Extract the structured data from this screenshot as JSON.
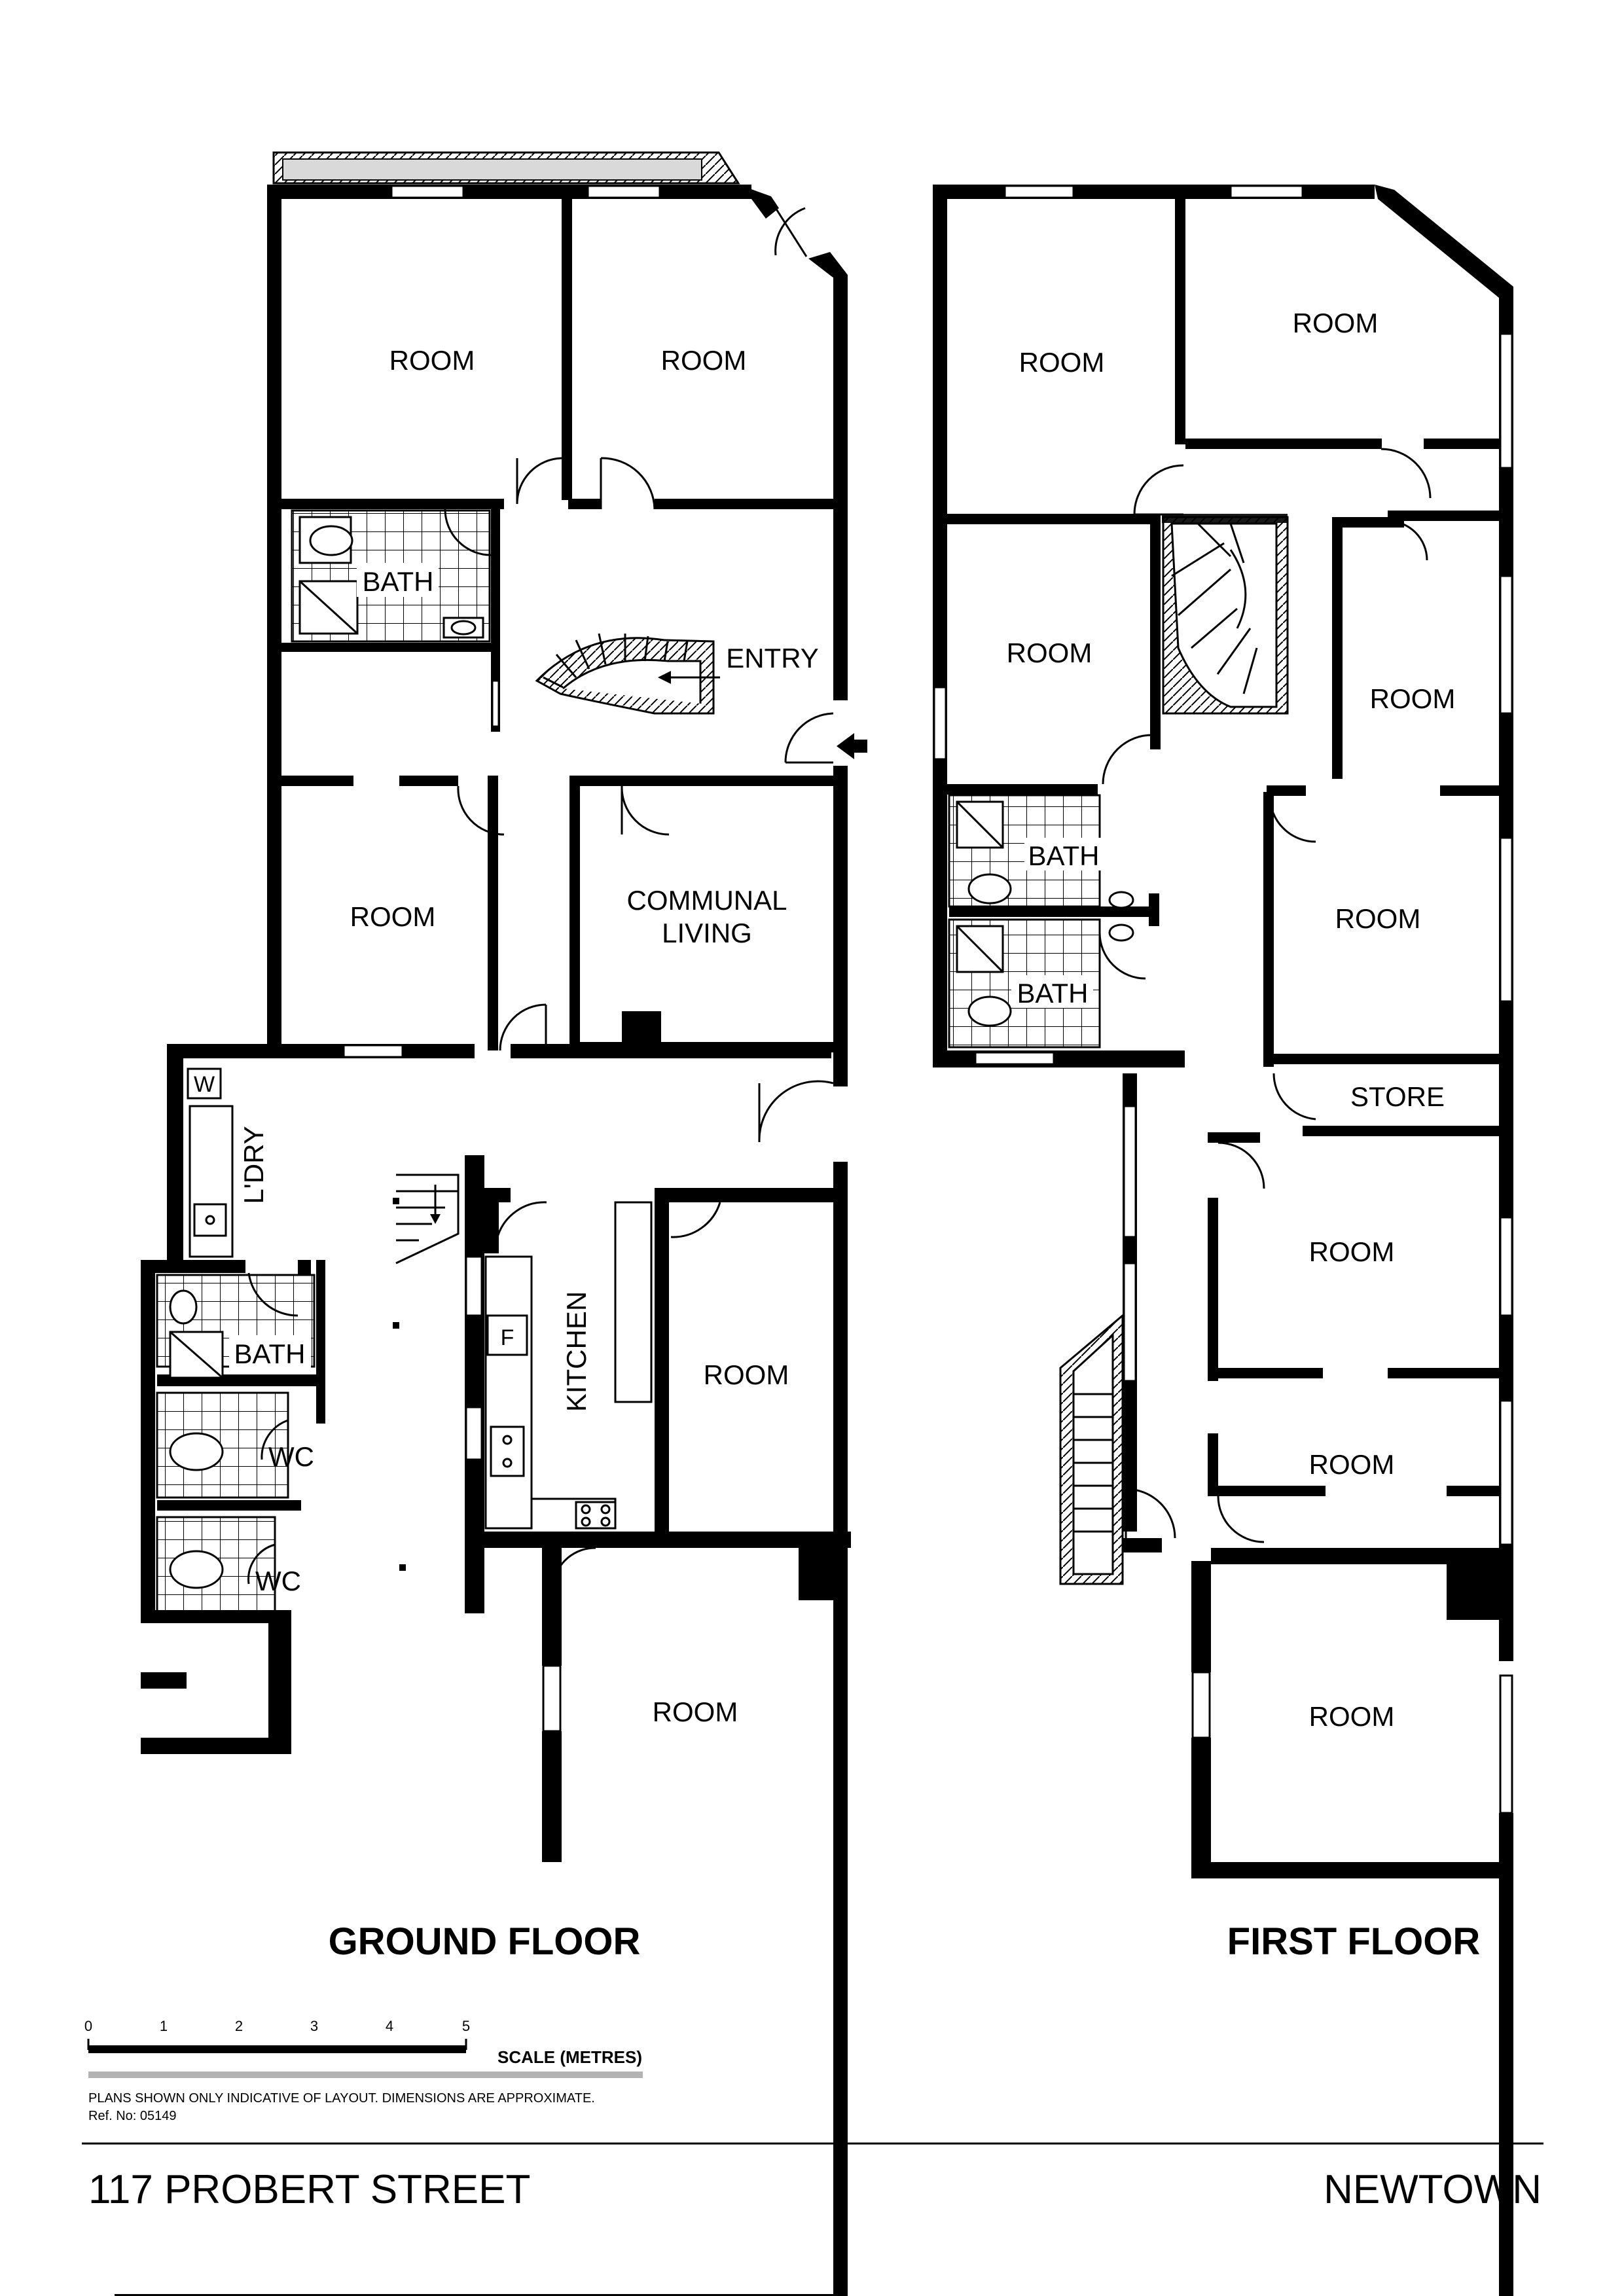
{
  "plan": {
    "ground_floor": {
      "title": "GROUND FLOOR",
      "rooms": {
        "room_front_left": "ROOM",
        "room_front_right": "ROOM",
        "bath": "BATH",
        "entry": "ENTRY",
        "room_mid": "ROOM",
        "communal_line1": "COMMUNAL",
        "communal_line2": "LIVING",
        "laundry": "L'DRY",
        "laundry_w": "W",
        "kitchen": "KITCHEN",
        "kitchen_f": "F",
        "room_rear_right": "ROOM",
        "bath_rear": "BATH",
        "wc1": "WC",
        "wc2": "WC",
        "room_back": "ROOM"
      }
    },
    "first_floor": {
      "title": "FIRST FLOOR",
      "rooms": {
        "room_front_left": "ROOM",
        "room_front_right": "ROOM",
        "room_left_mid": "ROOM",
        "room_right_mid": "ROOM",
        "bath1": "BATH",
        "bath2": "BATH",
        "room_right_lower": "ROOM",
        "store": "STORE",
        "room_rear1": "ROOM",
        "room_rear2": "ROOM",
        "room_back": "ROOM"
      }
    },
    "scale": {
      "ticks": [
        "0",
        "1",
        "2",
        "3",
        "4",
        "5"
      ],
      "label": "SCALE (METRES)"
    },
    "disclaimer": "PLANS SHOWN ONLY INDICATIVE OF LAYOUT.  DIMENSIONS ARE APPROXIMATE.",
    "ref": "Ref. No: 05149",
    "address": "117 PROBERT STREET",
    "suburb": "NEWTOWN"
  }
}
